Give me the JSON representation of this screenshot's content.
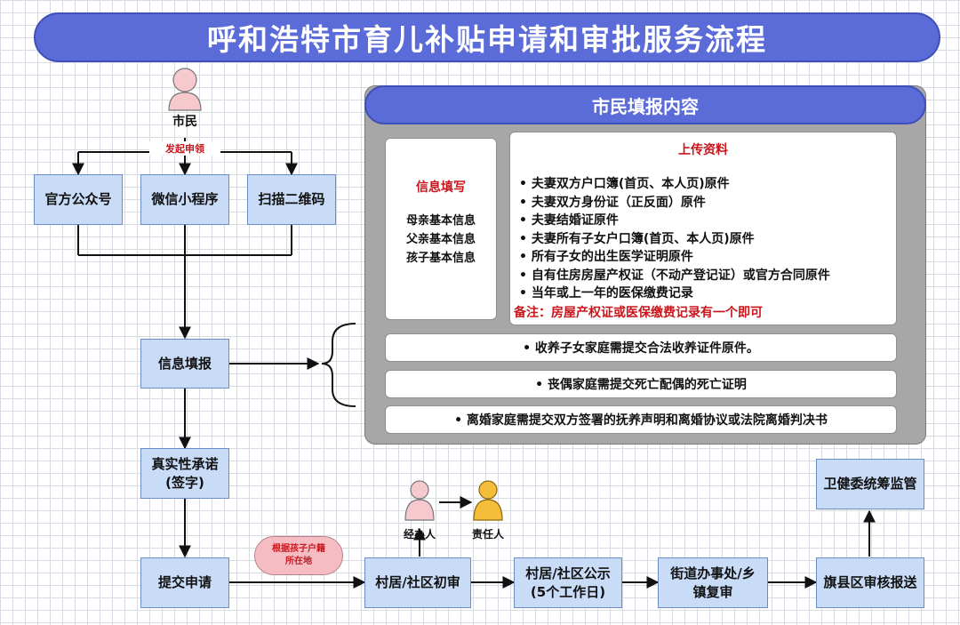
{
  "title": "呼和浩特市育儿补贴申请和审批服务流程",
  "citizen": {
    "label": "市民",
    "action": "发起申领"
  },
  "channels": [
    "官方公众号",
    "微信小程序",
    "扫描二维码"
  ],
  "steps": {
    "fill_report": "信息填报",
    "commitment": "真实性承诺\n(签字)",
    "submit": "提交申请",
    "village_review": "村居/社区初审",
    "publicity": "村居/社区公示\n(5个工作日)",
    "street_review": "街道办事处/乡\n镇复审",
    "county_review": "旗县区审核报送",
    "supervision": "卫健委统筹监管"
  },
  "route_tag": "根据孩子户籍\n所在地",
  "roles": {
    "handler": "经办人",
    "responsible": "责任人"
  },
  "panel": {
    "title": "市民填报内容",
    "info": {
      "title": "信息填写",
      "items": [
        "母亲基本信息",
        "父亲基本信息",
        "孩子基本信息"
      ]
    },
    "upload": {
      "title": "上传资料",
      "items": [
        "• 夫妻双方户口簿(首页、本人页)原件",
        "• 夫妻双方身份证（正反面）原件",
        "• 夫妻结婚证原件",
        "• 夫妻所有子女户口簿(首页、本人页)原件",
        "• 所有子女的出生医学证明原件",
        "• 自有住房房屋产权证（不动产登记证）或官方合同原件",
        "• 当年或上一年的医保缴费记录"
      ],
      "note": "备注：房屋产权证或医保缴费记录有一个即可"
    },
    "extra": [
      "• 收养子女家庭需提交合法收养证件原件。",
      "• 丧偶家庭需提交死亡配偶的死亡证明",
      "• 离婚家庭需提交双方签署的抚养声明和离婚协议或法院离婚判决书"
    ]
  },
  "colors": {
    "accent": "#5b6cd9",
    "box_fill": "#c9dcf7",
    "alert_red": "#c8161d",
    "panel_gray": "#a7a7a7",
    "person_pink": "#f6c9cf",
    "person_yellow": "#f4be3a"
  }
}
